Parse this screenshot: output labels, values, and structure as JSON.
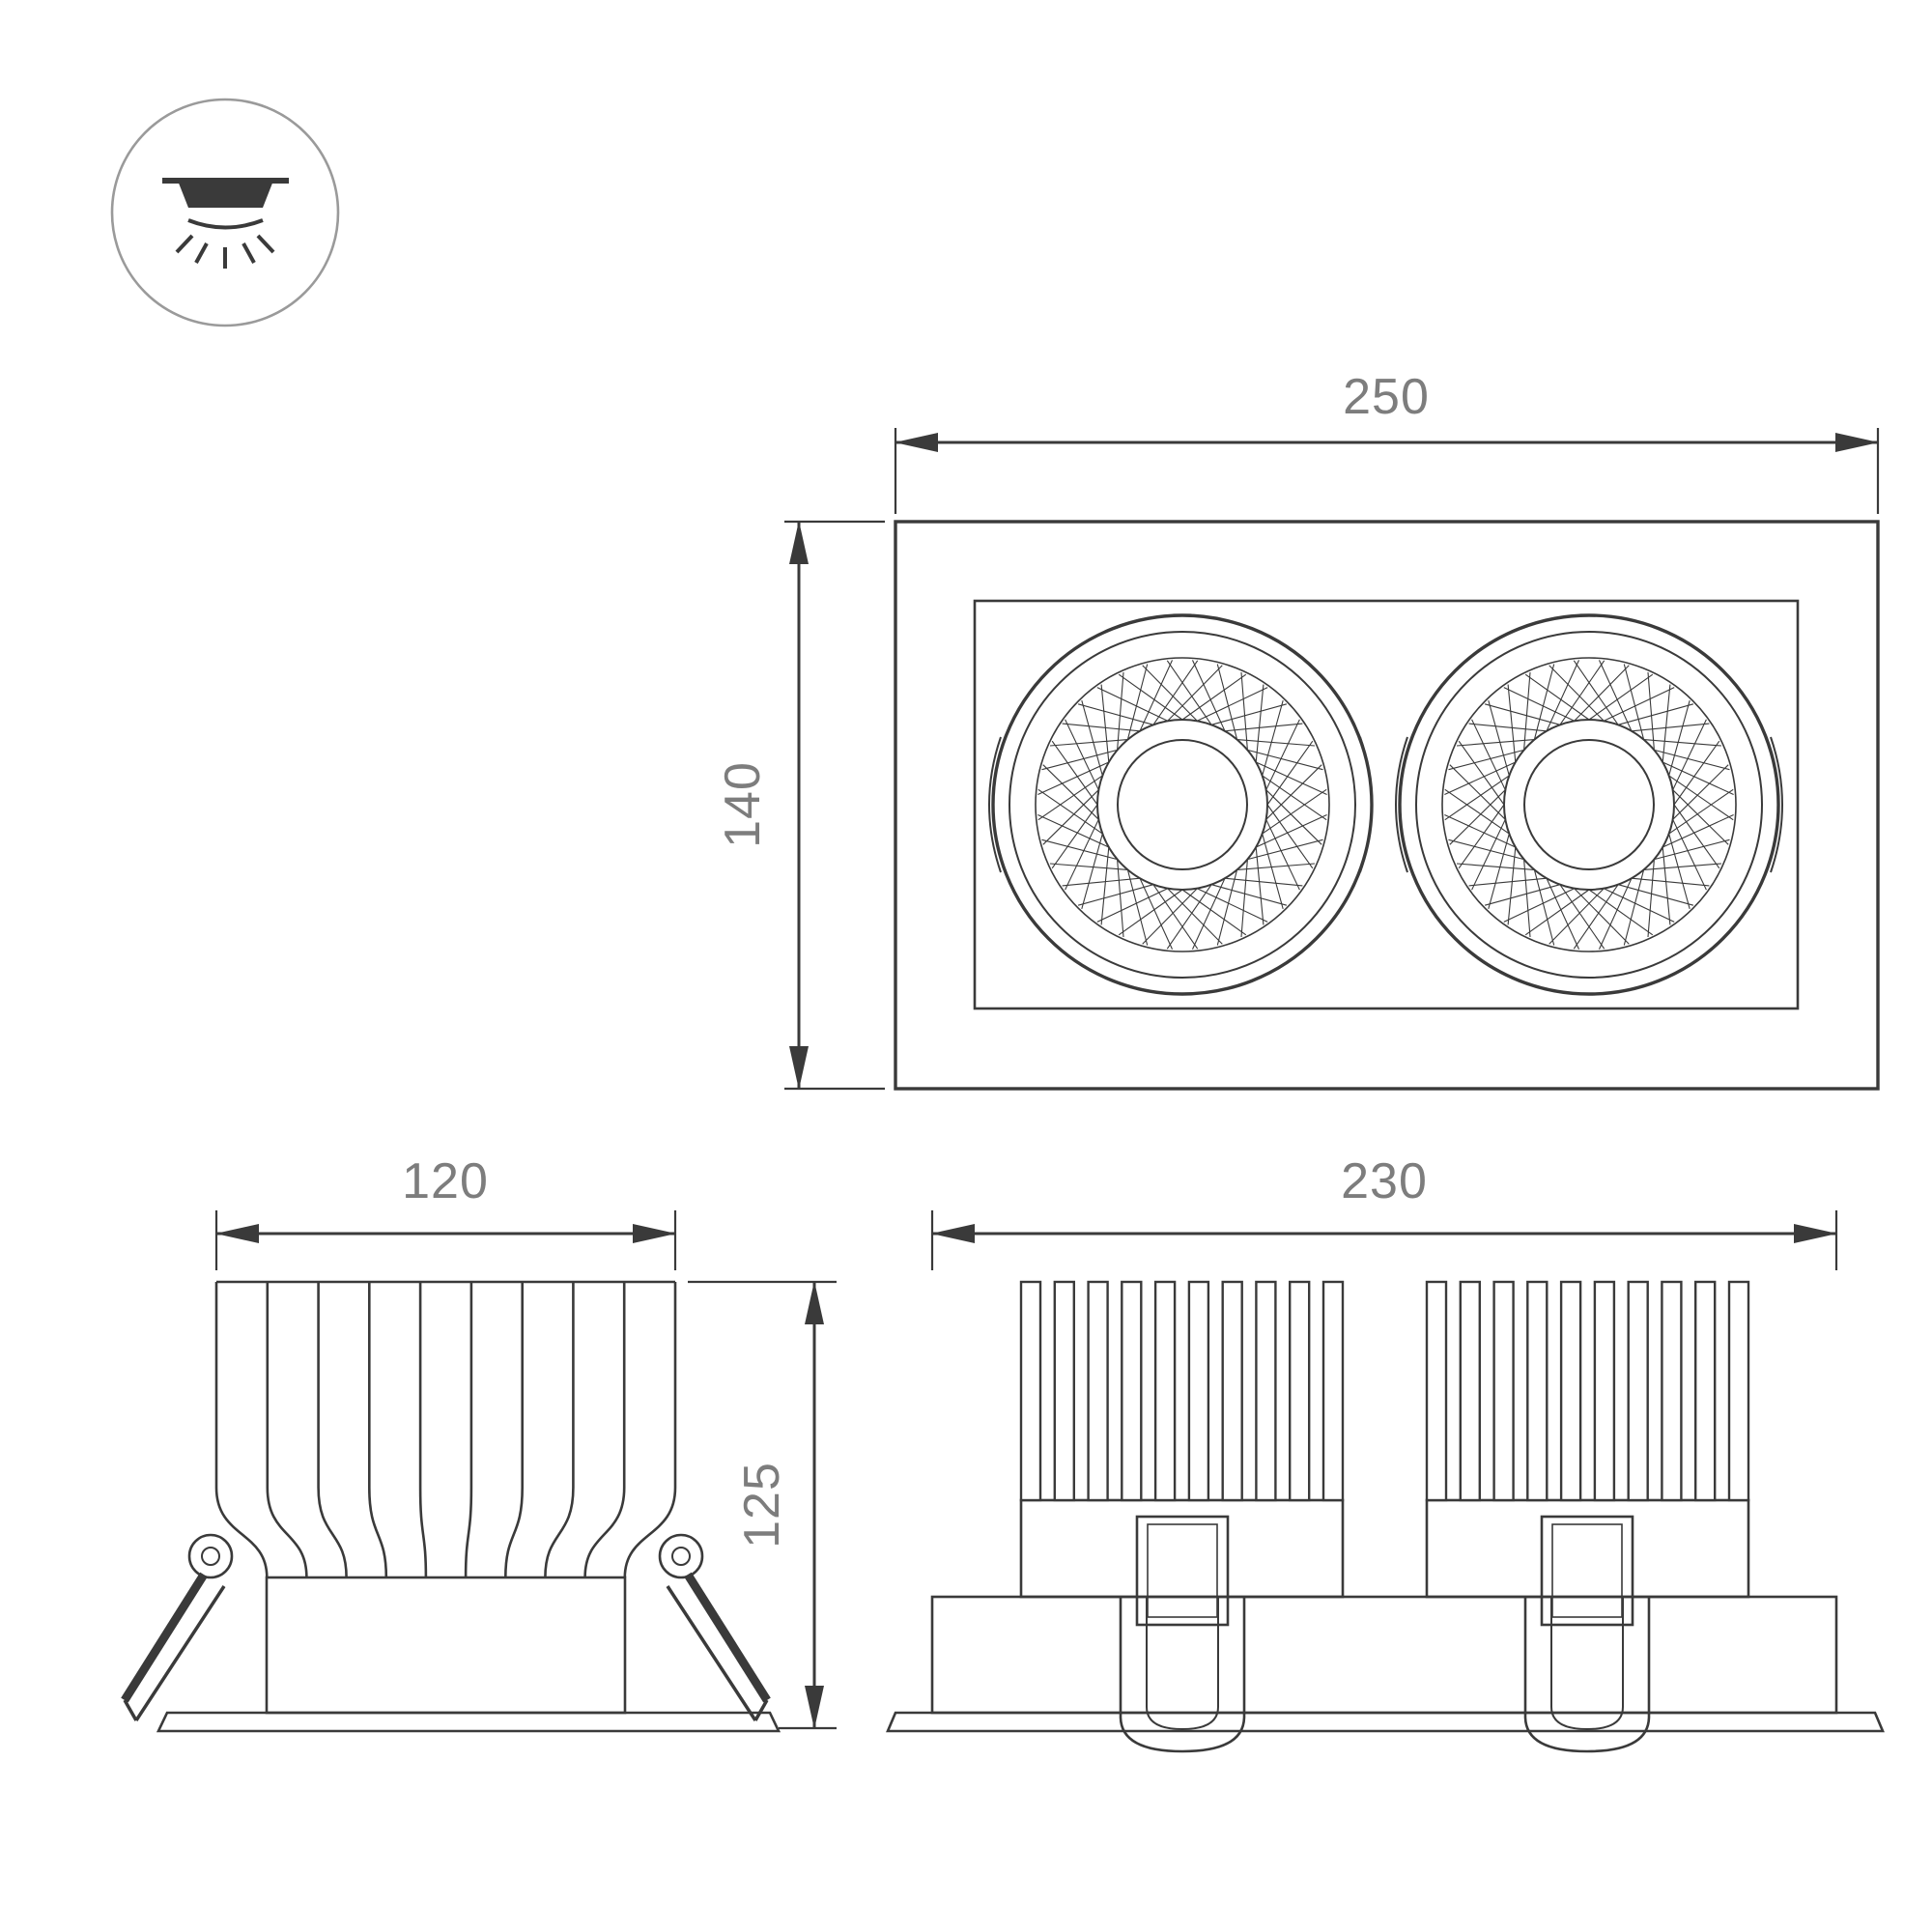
{
  "page": {
    "background": "#ffffff"
  },
  "colors": {
    "line": "#3a3a3a",
    "dim_text": "#7d7d7d"
  },
  "icon": {
    "name": "recessed-downlight"
  },
  "views": {
    "top": {
      "width_label": "250",
      "height_label": "140"
    },
    "side": {
      "width_label": "120",
      "height_label": "125"
    },
    "front": {
      "width_label": "230"
    }
  }
}
